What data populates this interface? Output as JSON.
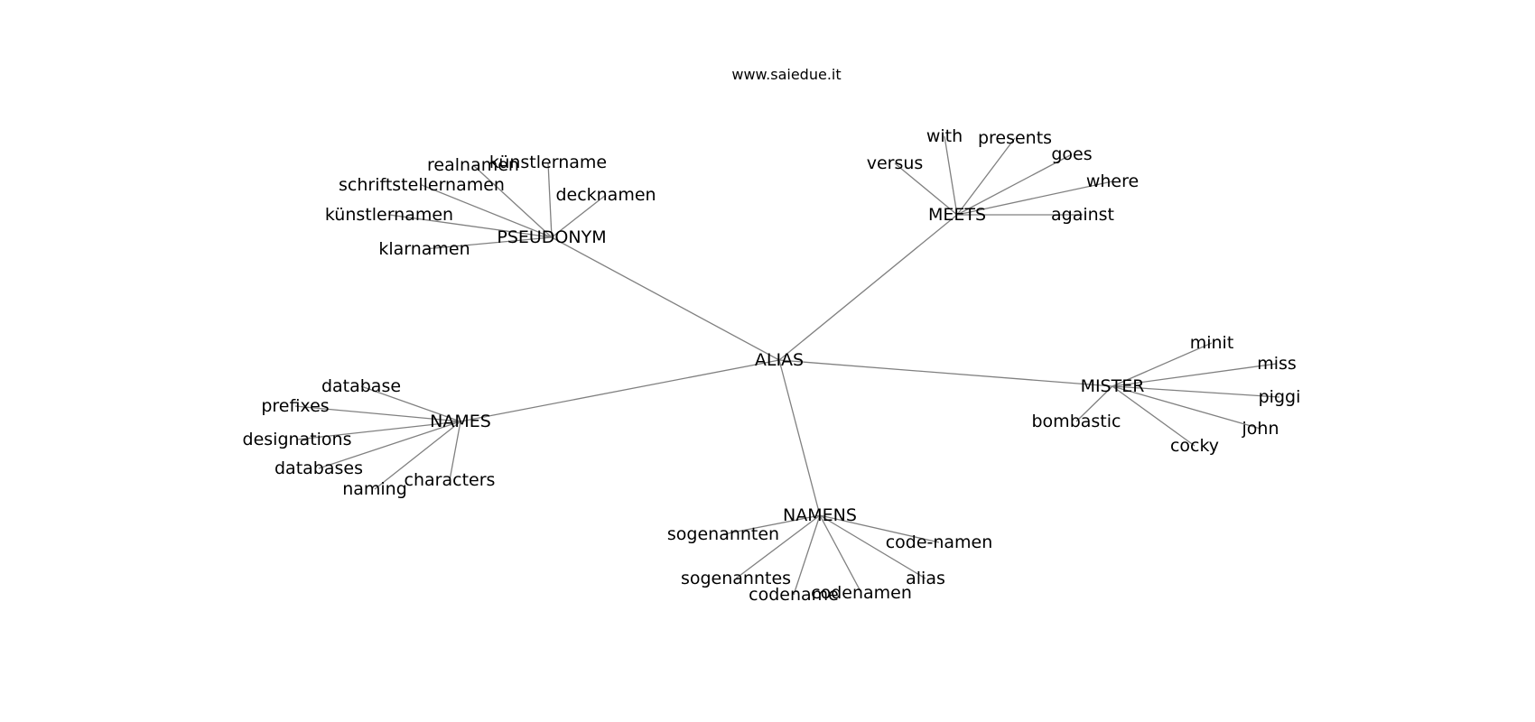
{
  "site_label": "www.saiedue.it",
  "root": "ALIAS",
  "hubs": [
    {
      "id": "pseudonym",
      "label": "PSEUDONYM",
      "leaves": [
        "künstlername",
        "realnamen",
        "decknamen",
        "schriftstellernamen",
        "künstlernamen",
        "klarnamen"
      ]
    },
    {
      "id": "meets",
      "label": "MEETS",
      "leaves": [
        "with",
        "presents",
        "versus",
        "goes",
        "where",
        "against"
      ]
    },
    {
      "id": "names",
      "label": "NAMES",
      "leaves": [
        "database",
        "prefixes",
        "designations",
        "databases",
        "naming",
        "characters"
      ]
    },
    {
      "id": "mister",
      "label": "MISTER",
      "leaves": [
        "minit",
        "miss",
        "piggi",
        "bombastic",
        "john",
        "cocky"
      ]
    },
    {
      "id": "namens",
      "label": "NAMENS",
      "leaves": [
        "sogenannten",
        "code-namen",
        "sogenanntes",
        "alias",
        "codename",
        "codenamen"
      ]
    }
  ],
  "colors": {
    "edge": "#808080",
    "text": "#000000",
    "background": "#ffffff"
  }
}
